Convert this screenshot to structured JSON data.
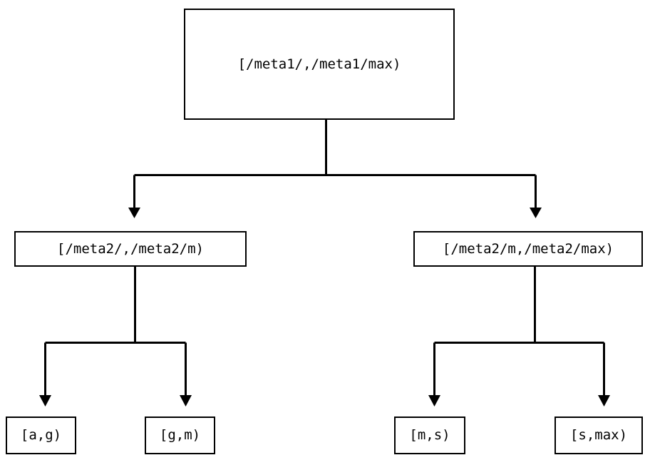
{
  "diagram": {
    "type": "tree",
    "title": "",
    "orientation": "top-down",
    "background_color": "#ffffff",
    "line_color": "#000000",
    "node_border_color": "#000000",
    "node_fill_color": "#ffffff",
    "levels": 3,
    "nodes": {
      "root": {
        "id": "root",
        "label": "[/meta1/,/meta1/max)",
        "level": 1
      },
      "meta2_low": {
        "id": "meta2_low",
        "label": "[/meta2/,/meta2/m)",
        "level": 2
      },
      "meta2_high": {
        "id": "meta2_high",
        "label": "[/meta2/m,/meta2/max)",
        "level": 2
      },
      "leaf_ag": {
        "id": "leaf_ag",
        "label": "[a,g)",
        "level": 3
      },
      "leaf_gm": {
        "id": "leaf_gm",
        "label": "[g,m)",
        "level": 3
      },
      "leaf_ms": {
        "id": "leaf_ms",
        "label": "[m,s)",
        "level": 3
      },
      "leaf_smax": {
        "id": "leaf_smax",
        "label": "[s,max)",
        "level": 3
      }
    },
    "edges": [
      {
        "from": "root",
        "to": "meta2_low",
        "arrow": "down-triangle"
      },
      {
        "from": "root",
        "to": "meta2_high",
        "arrow": "down-triangle"
      },
      {
        "from": "meta2_low",
        "to": "leaf_ag",
        "arrow": "down-triangle"
      },
      {
        "from": "meta2_low",
        "to": "leaf_gm",
        "arrow": "down-triangle"
      },
      {
        "from": "meta2_high",
        "to": "leaf_ms",
        "arrow": "down-triangle"
      },
      {
        "from": "meta2_high",
        "to": "leaf_smax",
        "arrow": "down-triangle"
      }
    ]
  }
}
